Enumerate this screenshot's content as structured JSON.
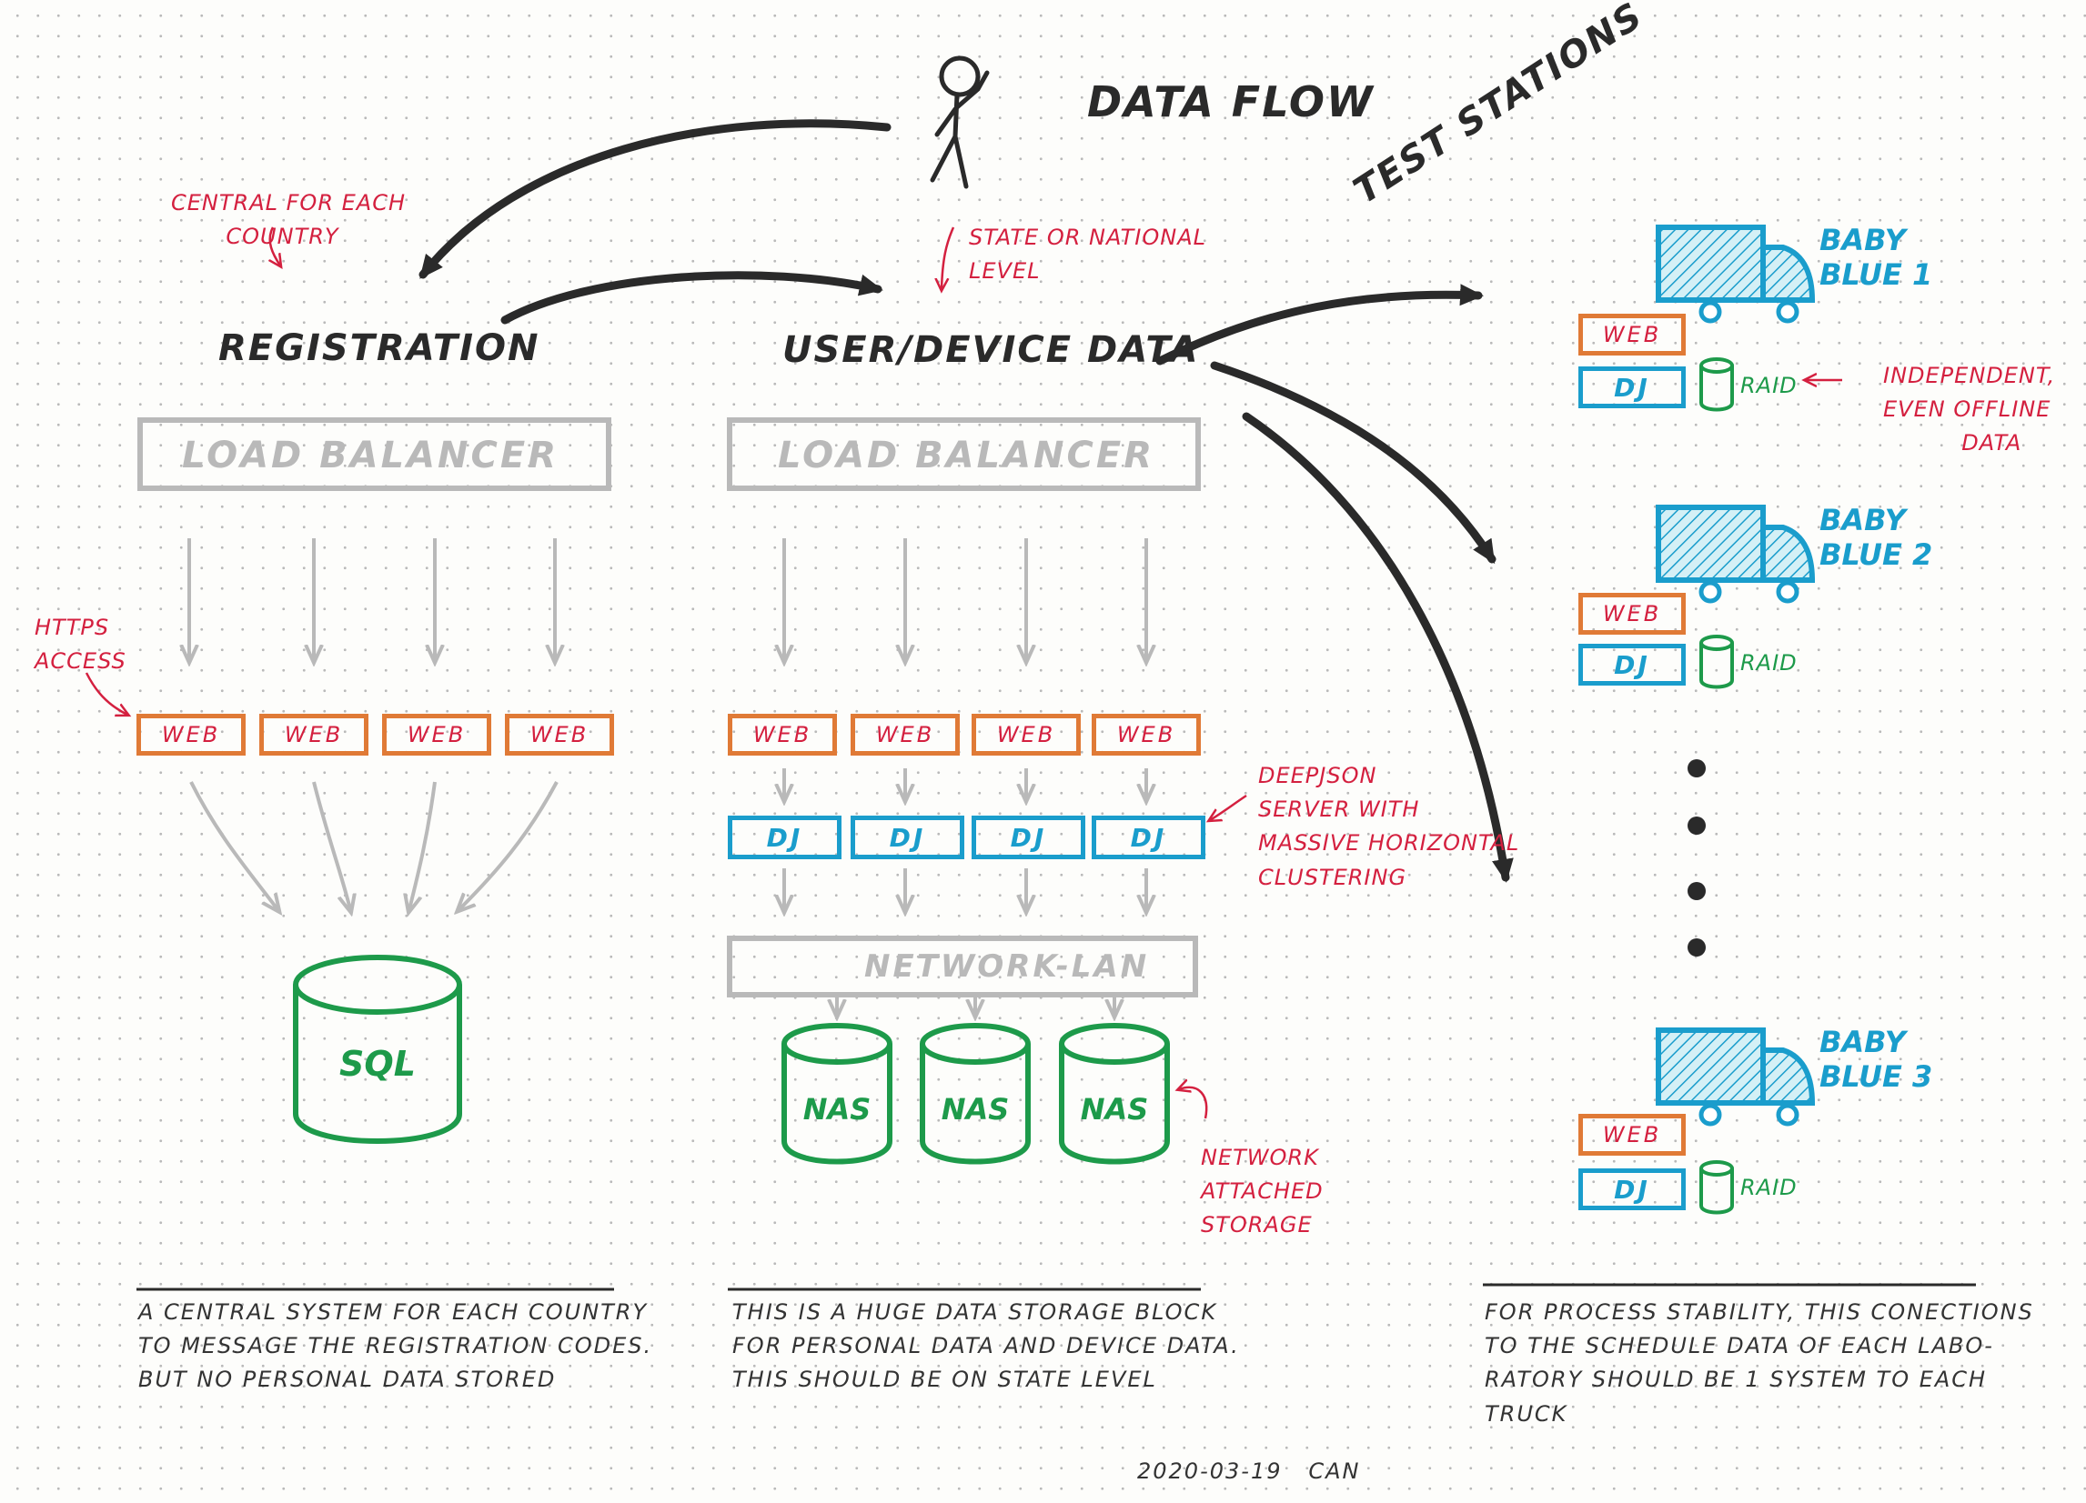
{
  "title": "DATA FLOW",
  "test_stations": "TEST STATIONS",
  "annotations": {
    "central": "CENTRAL FOR EACH\n       COUNTRY",
    "state": "STATE OR NATIONAL\nLEVEL",
    "https": "HTTPS\nACCESS",
    "independent": "INDEPENDENT,\nEVEN OFFLINE\n          DATA",
    "deepjson": "DEEPJSON\nSERVER WITH\nMASSIVE HORIZONTAL\nCLUSTERING",
    "nas": "NETWORK\nATTACHED\nSTORAGE"
  },
  "columns": {
    "registration": {
      "heading": "REGISTRATION",
      "load_balancer": "LOAD BALANCER",
      "web": [
        "WEB",
        "WEB",
        "WEB",
        "WEB"
      ],
      "database": "SQL",
      "note": "A CENTRAL SYSTEM FOR EACH COUNTRY\nTO MESSAGE THE REGISTRATION CODES.\nBUT NO PERSONAL DATA STORED"
    },
    "user_device": {
      "heading": "USER/DEVICE DATA",
      "load_balancer": "LOAD BALANCER",
      "web": [
        "WEB",
        "WEB",
        "WEB",
        "WEB"
      ],
      "dj": [
        "DJ",
        "DJ",
        "DJ",
        "DJ"
      ],
      "network": "NETWORK-LAN",
      "nas": [
        "NAS",
        "NAS",
        "NAS"
      ],
      "note": "THIS IS A HUGE DATA STORAGE BLOCK\nFOR PERSONAL DATA AND DEVICE DATA.\nTHIS SHOULD BE ON STATE LEVEL"
    },
    "test_stations": {
      "trucks": [
        {
          "label": "BABY\nBLUE 1",
          "web": "WEB",
          "dj": "DJ",
          "raid": "RAID"
        },
        {
          "label": "BABY\nBLUE 2",
          "web": "WEB",
          "dj": "DJ",
          "raid": "RAID"
        },
        {
          "label": "BABY\nBLUE 3",
          "web": "WEB",
          "dj": "DJ",
          "raid": "RAID"
        }
      ],
      "note": "FOR PROCESS STABILITY, THIS CONECTIONS\nTO THE SCHEDULE DATA OF EACH LABO-\nRATORY SHOULD BE 1 SYSTEM TO EACH\nTRUCK"
    }
  },
  "signature": "2020-03-19   CAN",
  "colors": {
    "ink": "#2a2a2a",
    "annotation": "#d4203f",
    "web": "#e07a36",
    "deepjson": "#1a9dcc",
    "storage": "#1d9a4a",
    "gray": "#b9b9b9"
  }
}
